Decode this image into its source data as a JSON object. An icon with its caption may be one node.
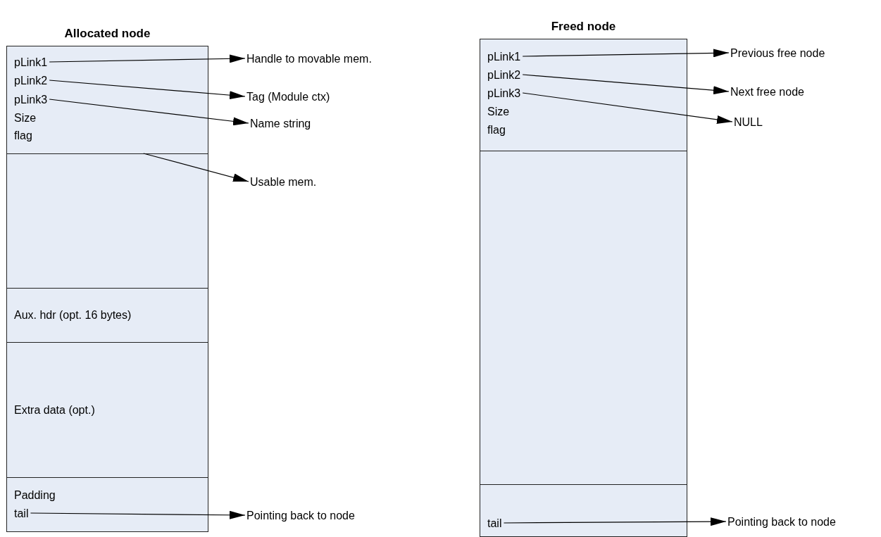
{
  "diagram": {
    "nodes": [
      {
        "text": [
          "Allocated node"
        ]
      },
      {
        "text": [],
        "shape": "box",
        "in": 0
      },
      {
        "text": [
          "pLink1"
        ],
        "in": 1
      },
      {
        "text": [
          "pLink2"
        ],
        "in": 1
      },
      {
        "text": [
          "pLink3"
        ],
        "in": 1
      },
      {
        "text": [
          "Size"
        ],
        "in": 1
      },
      {
        "text": [
          "flag"
        ],
        "in": 1
      },
      {
        "text": [],
        "shape": "box",
        "in": 0
      },
      {
        "text": [
          "Aux. hdr (opt. 16 bytes)"
        ],
        "in": 0
      },
      {
        "text": [
          "Extra data (opt.)"
        ],
        "in": 0
      },
      {
        "text": [],
        "shape": "box",
        "in": 0
      },
      {
        "text": [
          "Padding"
        ],
        "in": 10
      },
      {
        "text": [
          "tail"
        ],
        "in": 10
      },
      {
        "text": [
          "Handle to movable mem."
        ]
      },
      {
        "text": [
          "Tag (Module ctx)"
        ]
      },
      {
        "text": [
          "Name string"
        ]
      },
      {
        "text": [
          "Usable mem."
        ]
      },
      {
        "text": [
          "Pointing back to node"
        ]
      },
      {
        "text": [
          "Freed node"
        ]
      },
      {
        "text": [],
        "shape": "box",
        "in": 18
      },
      {
        "text": [
          "pLink1"
        ],
        "in": 19
      },
      {
        "text": [
          "pLink2"
        ],
        "in": 19
      },
      {
        "text": [
          "pLink3"
        ],
        "in": 19
      },
      {
        "text": [
          "Size"
        ],
        "in": 19
      },
      {
        "text": [
          "flag"
        ],
        "in": 19
      },
      {
        "text": [],
        "shape": "box",
        "in": 18
      },
      {
        "text": [],
        "shape": "box",
        "in": 18
      },
      {
        "text": [
          "tail"
        ],
        "in": 26
      },
      {
        "text": [
          "Previous free node"
        ]
      },
      {
        "text": [
          "Next free node"
        ]
      },
      {
        "text": [
          "NULL"
        ]
      },
      {
        "text": [
          "Pointing back to node"
        ]
      }
    ],
    "edges": [
      {
        "from": 2,
        "to": 13,
        "arrow": "to"
      },
      {
        "from": 3,
        "to": 14,
        "arrow": "to"
      },
      {
        "from": 4,
        "to": 15,
        "arrow": "to"
      },
      {
        "from": 7,
        "to": 16,
        "arrow": "to"
      },
      {
        "from": 12,
        "to": 17,
        "arrow": "to"
      },
      {
        "from": 20,
        "to": 28,
        "arrow": "to"
      },
      {
        "from": 21,
        "to": 29,
        "arrow": "to"
      },
      {
        "from": 22,
        "to": 30,
        "arrow": "to"
      },
      {
        "from": 27,
        "to": 31,
        "arrow": "to"
      }
    ]
  }
}
